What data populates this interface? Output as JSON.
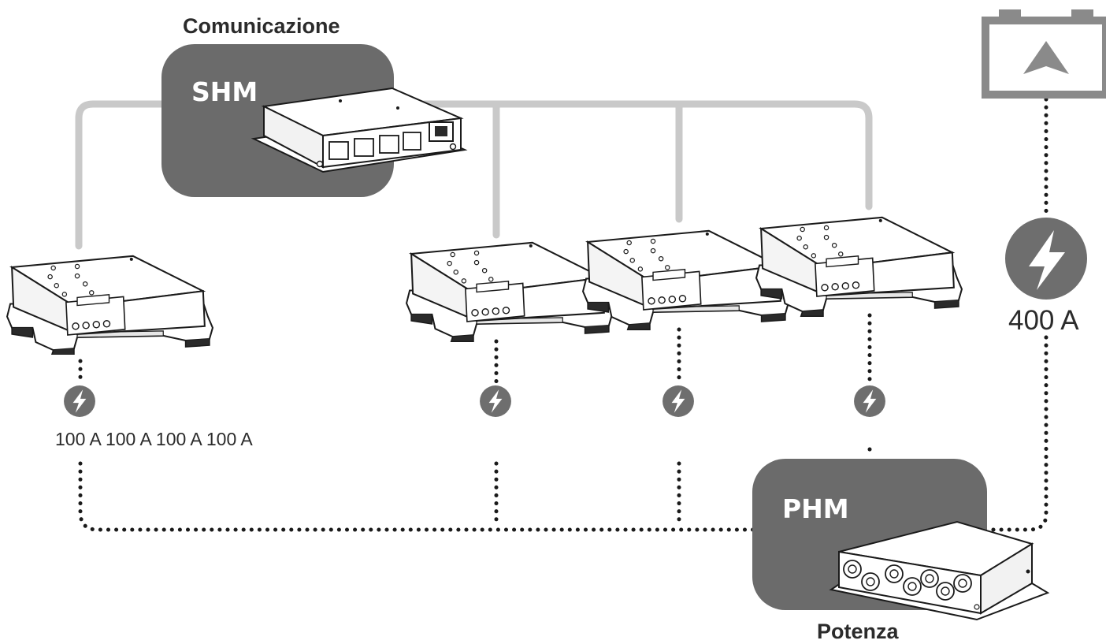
{
  "labels": {
    "communication": "Comunicazione",
    "power": "Potenza",
    "shm": "SHM",
    "phm": "PHM",
    "total_current": "400 A",
    "charger_currents": "100 A 100 A 100 A 100 A"
  },
  "colors": {
    "panel": "#6b6b6b",
    "comm_line": "#c9c9c9",
    "power_line": "#1a1a1a",
    "bolt_circle": "#6e6e6e",
    "battery": "#8a8a8a"
  },
  "icons": {
    "battery": "battery-icon",
    "bolt": "lightning-bolt-icon"
  },
  "chargers": [
    {
      "name": "charger-1"
    },
    {
      "name": "charger-2"
    },
    {
      "name": "charger-3"
    },
    {
      "name": "charger-4"
    }
  ]
}
